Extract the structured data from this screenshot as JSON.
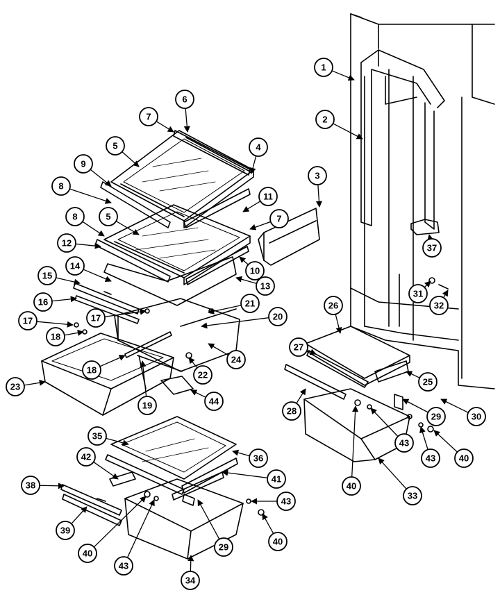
{
  "diagram": {
    "line_color": "#000000",
    "background_color": "#ffffff",
    "callouts": [
      {
        "id": "c1",
        "label": "1"
      },
      {
        "id": "c2",
        "label": "2"
      },
      {
        "id": "c3",
        "label": "3"
      },
      {
        "id": "c4",
        "label": "4"
      },
      {
        "id": "c5a",
        "label": "5"
      },
      {
        "id": "c5b",
        "label": "5"
      },
      {
        "id": "c6",
        "label": "6"
      },
      {
        "id": "c7a",
        "label": "7"
      },
      {
        "id": "c7b",
        "label": "7"
      },
      {
        "id": "c8a",
        "label": "8"
      },
      {
        "id": "c8b",
        "label": "8"
      },
      {
        "id": "c9",
        "label": "9"
      },
      {
        "id": "c10",
        "label": "10"
      },
      {
        "id": "c11",
        "label": "11"
      },
      {
        "id": "c12",
        "label": "12"
      },
      {
        "id": "c13",
        "label": "13"
      },
      {
        "id": "c14",
        "label": "14"
      },
      {
        "id": "c15",
        "label": "15"
      },
      {
        "id": "c16",
        "label": "16"
      },
      {
        "id": "c17a",
        "label": "17"
      },
      {
        "id": "c17b",
        "label": "17"
      },
      {
        "id": "c18a",
        "label": "18"
      },
      {
        "id": "c18b",
        "label": "18"
      },
      {
        "id": "c19",
        "label": "19"
      },
      {
        "id": "c20",
        "label": "20"
      },
      {
        "id": "c21",
        "label": "21"
      },
      {
        "id": "c22",
        "label": "22"
      },
      {
        "id": "c23",
        "label": "23"
      },
      {
        "id": "c24",
        "label": "24"
      },
      {
        "id": "c25",
        "label": "25"
      },
      {
        "id": "c26",
        "label": "26"
      },
      {
        "id": "c27",
        "label": "27"
      },
      {
        "id": "c28",
        "label": "28"
      },
      {
        "id": "c29a",
        "label": "29"
      },
      {
        "id": "c29b",
        "label": "29"
      },
      {
        "id": "c30",
        "label": "30"
      },
      {
        "id": "c31",
        "label": "31"
      },
      {
        "id": "c32",
        "label": "32"
      },
      {
        "id": "c33",
        "label": "33"
      },
      {
        "id": "c34",
        "label": "34"
      },
      {
        "id": "c35",
        "label": "35"
      },
      {
        "id": "c36",
        "label": "36"
      },
      {
        "id": "c37",
        "label": "37"
      },
      {
        "id": "c38",
        "label": "38"
      },
      {
        "id": "c39",
        "label": "39"
      },
      {
        "id": "c40a",
        "label": "40"
      },
      {
        "id": "c40b",
        "label": "40"
      },
      {
        "id": "c40c",
        "label": "40"
      },
      {
        "id": "c40d",
        "label": "40"
      },
      {
        "id": "c41",
        "label": "41"
      },
      {
        "id": "c42",
        "label": "42"
      },
      {
        "id": "c43a",
        "label": "43"
      },
      {
        "id": "c43b",
        "label": "43"
      },
      {
        "id": "c43c",
        "label": "43"
      },
      {
        "id": "c43d",
        "label": "43"
      },
      {
        "id": "c44",
        "label": "44"
      }
    ]
  }
}
